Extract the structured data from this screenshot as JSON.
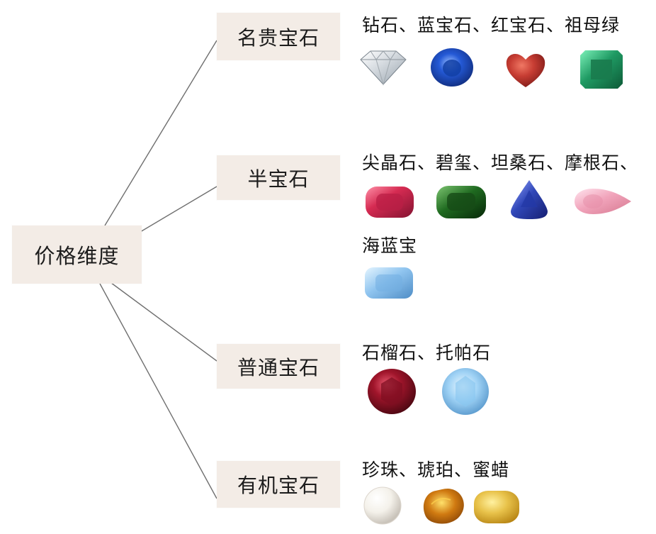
{
  "root": {
    "label": "价格维度"
  },
  "categories": [
    {
      "label": "名贵宝石",
      "gems_text": "钻石、蓝宝石、红宝石、祖母绿",
      "gem_icons": [
        "diamond-gem-icon",
        "blue-sapphire-gem-icon",
        "ruby-heart-gem-icon",
        "emerald-gem-icon"
      ]
    },
    {
      "label": "半宝石",
      "gems_text": "尖晶石、碧玺、坦桑石、摩根石、",
      "gems_text_line2": "海蓝宝",
      "gem_icons": [
        "spinel-gem-icon",
        "tourmaline-gem-icon",
        "tanzanite-gem-icon",
        "morganite-gem-icon",
        "aquamarine-gem-icon"
      ]
    },
    {
      "label": "普通宝石",
      "gems_text": "石榴石、托帕石",
      "gem_icons": [
        "garnet-gem-icon",
        "topaz-gem-icon"
      ]
    },
    {
      "label": "有机宝石",
      "gems_text": "珍珠、琥珀、蜜蜡",
      "gem_icons": [
        "pearl-gem-icon",
        "amber-gem-icon",
        "beeswax-gem-icon"
      ]
    }
  ],
  "colors": {
    "box_fill": "#f3ece6",
    "line": "#6f6f6f",
    "diamond": "#dfe5ea",
    "sapphire": "#1f4fc0",
    "ruby": "#c73d33",
    "emerald": "#1f9a63",
    "spinel": "#d52b52",
    "tourmaline": "#1f6a20",
    "tanzanite": "#3047b8",
    "morganite": "#f1a4bb",
    "aquamarine": "#8fc4ef",
    "garnet": "#a0152b",
    "topaz": "#9fd2f5",
    "pearl": "#f4f1ea",
    "amber": "#d07a11",
    "beeswax": "#e8c24a"
  }
}
